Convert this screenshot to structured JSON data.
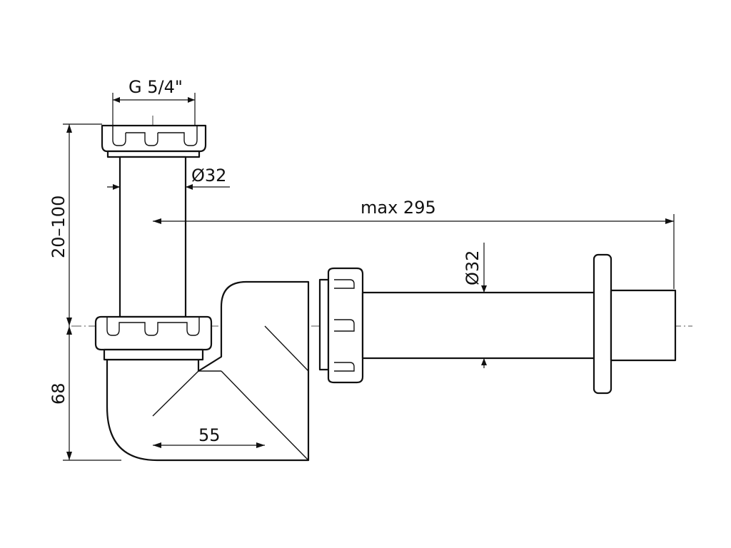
{
  "diagram": {
    "dimensions": {
      "thread": "G 5/4\"",
      "inlet_diameter": "Ø32",
      "outlet_diameter": "Ø32",
      "max_length": "max 295",
      "height_adjust": "20–100",
      "trap_height": "68",
      "offset": "55"
    }
  }
}
